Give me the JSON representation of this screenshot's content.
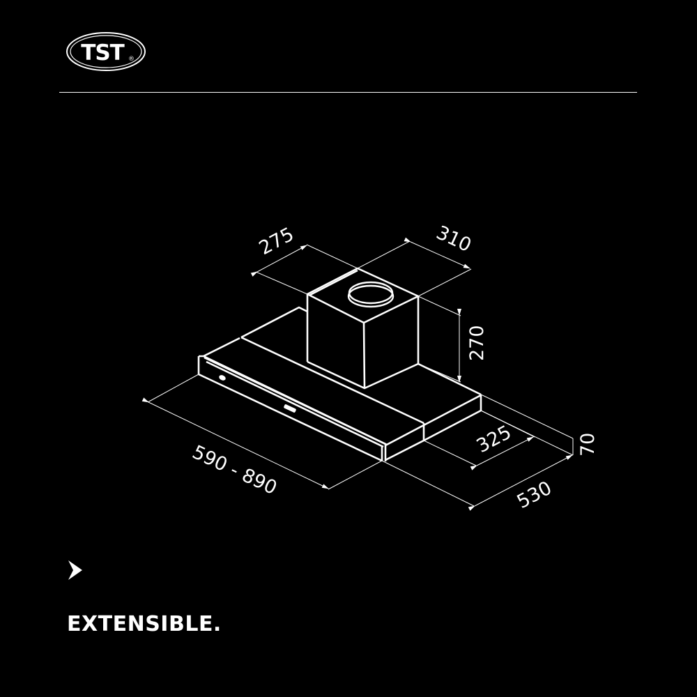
{
  "brand": {
    "logo_text": "TST",
    "registered_mark": "®"
  },
  "drawing": {
    "subject": "extensible cooker hood, isometric line drawing",
    "dimensions": {
      "chimney_width": "275",
      "chimney_depth": "310",
      "chimney_height": "270",
      "hood_width": "590 - 890",
      "hood_depth_fixed": "325",
      "hood_depth_total": "530",
      "hood_height": "70"
    },
    "colors": {
      "background": "#000000",
      "lines": "#ffffff"
    }
  },
  "footer": {
    "bullet_icon": "chevron-right-arrow",
    "caption": "EXTENSIBLE."
  }
}
